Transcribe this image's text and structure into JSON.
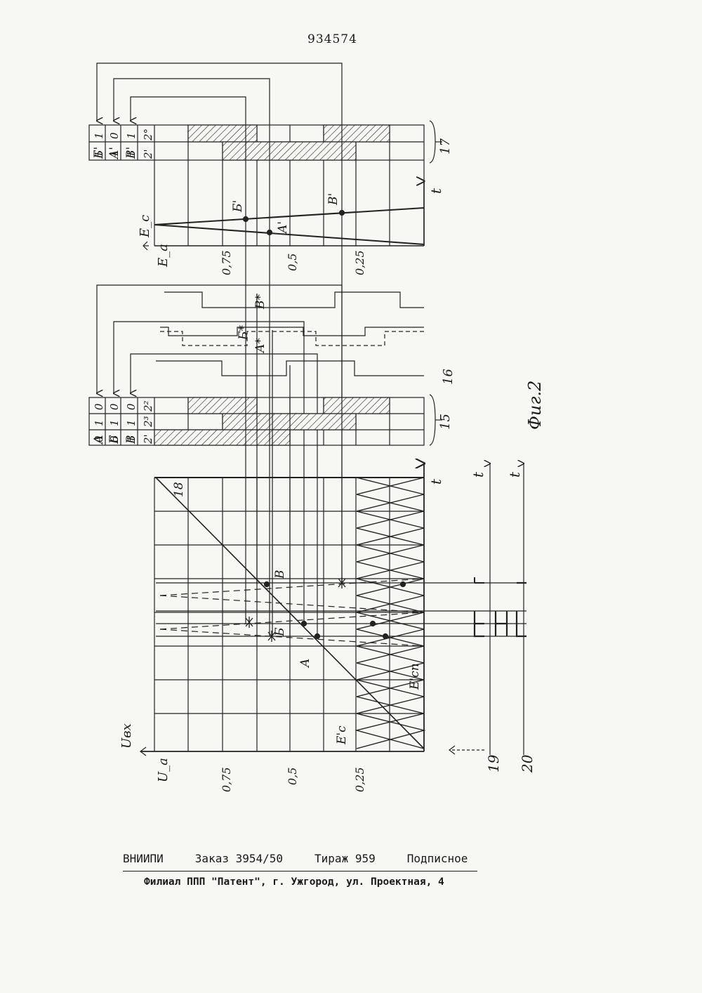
{
  "page_number": "934574",
  "figure_caption": "Фиг.2",
  "table_top": {
    "ref": "17",
    "rows": [
      {
        "label": "Б'",
        "bits": [
          "1",
          "1"
        ]
      },
      {
        "label": "A'",
        "bits": [
          "1",
          "0"
        ]
      },
      {
        "label": "B'",
        "bits": [
          "1",
          "1"
        ]
      }
    ],
    "weights": [
      "2'",
      "2°"
    ]
  },
  "table_mid": {
    "ref_table": "15",
    "ref_pulses": "16",
    "rows": [
      {
        "label": "A",
        "bits": [
          "0",
          "1",
          "0"
        ]
      },
      {
        "label": "Б",
        "bits": [
          "0",
          "1",
          "0"
        ]
      },
      {
        "label": "B",
        "bits": [
          "1",
          "1",
          "0"
        ]
      }
    ],
    "weights": [
      "2'",
      "2³",
      "2²"
    ]
  },
  "top_chart": {
    "axis_label": "E_a",
    "curve_label": "E_c",
    "time_label": "t",
    "ticks": [
      "0,75",
      "0,5",
      "0,25"
    ],
    "points": [
      "Б'",
      "A'",
      "B'"
    ]
  },
  "pulse_labels": [
    "B*",
    "Б*",
    "A*"
  ],
  "main_chart": {
    "axis_label": "U_a",
    "input_label": "Uвх",
    "time_label": "t",
    "ticks": [
      "0,75",
      "0,5",
      "0,25"
    ],
    "ramp_ref": "18",
    "points": [
      "B",
      "Б",
      "A"
    ],
    "signal_labels": [
      "E'c",
      "E'cп"
    ]
  },
  "timing": {
    "refs": [
      "19",
      "20"
    ],
    "time_labels": [
      "t",
      "t"
    ]
  },
  "footer": {
    "org": "ВНИИПИ",
    "order": "Заказ 3954/50",
    "print_run": "Тираж 959",
    "subscription": "Подписное",
    "branch": "Филиал ППП \"Патент\", г. Ужгород, ул. Проектная, 4"
  }
}
